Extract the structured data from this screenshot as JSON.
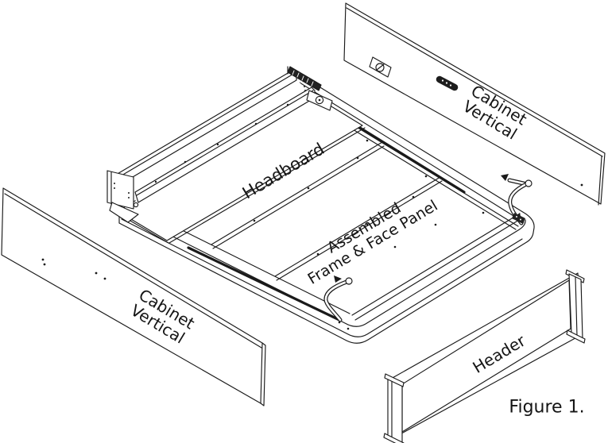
{
  "figure": {
    "caption": "Figure 1."
  },
  "labels": {
    "headboard": {
      "text": "Headboard"
    },
    "assembled_frame": {
      "line1": "Assembled",
      "line2": "Frame & Face Panel"
    },
    "cabinet_vertical_right": {
      "line1": "Cabinet",
      "line2": "Vertical"
    },
    "cabinet_vertical_left": {
      "line1": "Cabinet",
      "line2": "Vertical"
    },
    "header": {
      "text": "Header"
    }
  },
  "diagram": {
    "type": "exploded assembly line drawing",
    "parts": [
      "Headboard",
      "Assembled Frame & Face Panel",
      "Cabinet Vertical (right)",
      "Cabinet Vertical (left)",
      "Header"
    ]
  },
  "colors": {
    "line": "#1a1a1a",
    "background": "#ffffff",
    "text": "#151515",
    "hardware_dark": "#222222"
  }
}
